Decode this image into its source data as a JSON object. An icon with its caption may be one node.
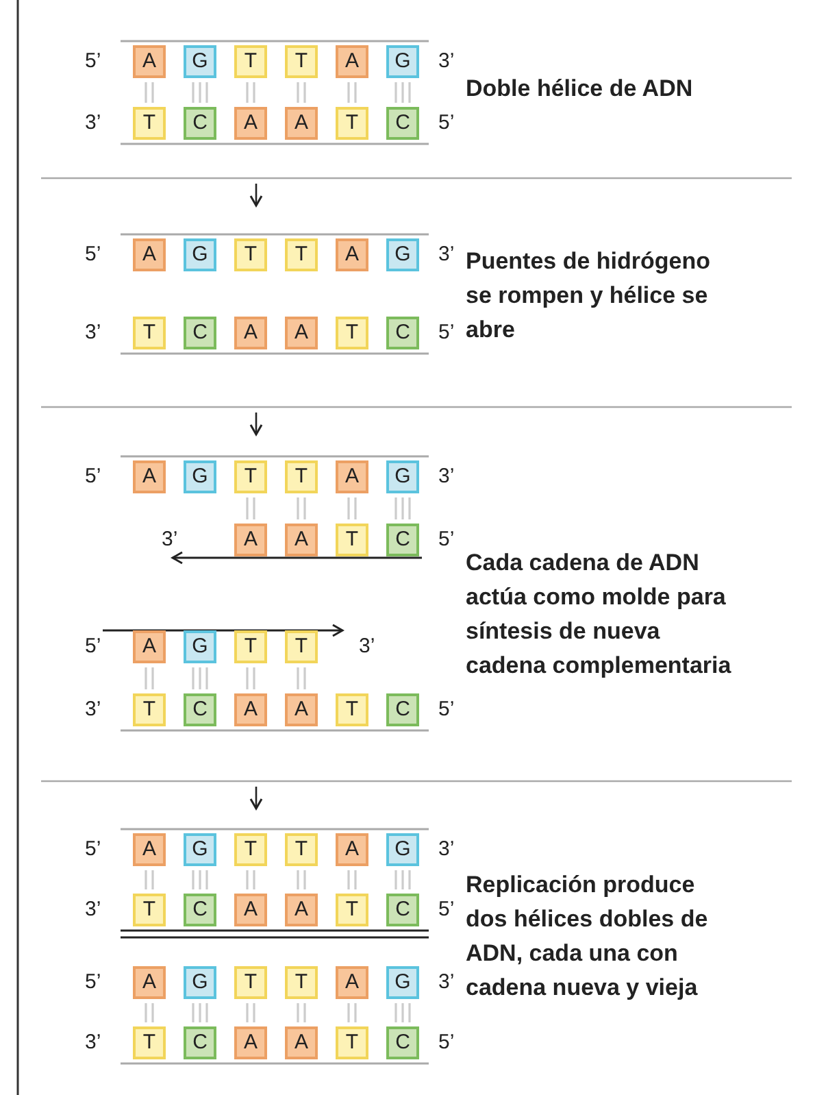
{
  "diagram": {
    "nodes": [
      {
        "text": [
          "A"
        ]
      },
      {
        "text": [
          "G"
        ]
      },
      {
        "text": [
          "T"
        ]
      },
      {
        "text": [
          "T"
        ]
      },
      {
        "text": [
          "A"
        ]
      },
      {
        "text": [
          "G"
        ]
      },
      {
        "text": [
          "T"
        ]
      },
      {
        "text": [
          "C"
        ]
      },
      {
        "text": [
          "A"
        ]
      },
      {
        "text": [
          "A"
        ]
      },
      {
        "text": [
          "T"
        ]
      },
      {
        "text": [
          "C"
        ]
      },
      {
        "text": [
          "A"
        ]
      },
      {
        "text": [
          "G"
        ]
      },
      {
        "text": [
          "T"
        ]
      },
      {
        "text": [
          "T"
        ]
      },
      {
        "text": [
          "A"
        ]
      },
      {
        "text": [
          "G"
        ]
      },
      {
        "text": [
          "T"
        ]
      },
      {
        "text": [
          "C"
        ]
      },
      {
        "text": [
          "A"
        ]
      },
      {
        "text": [
          "A"
        ]
      },
      {
        "text": [
          "T"
        ]
      },
      {
        "text": [
          "C"
        ]
      },
      {
        "text": [
          "A"
        ]
      },
      {
        "text": [
          "G"
        ]
      },
      {
        "text": [
          "T"
        ]
      },
      {
        "text": [
          "T"
        ]
      },
      {
        "text": [
          "A"
        ]
      },
      {
        "text": [
          "G"
        ]
      },
      {
        "text": [
          "A"
        ]
      },
      {
        "text": [
          "A"
        ]
      },
      {
        "text": [
          "T"
        ]
      },
      {
        "text": [
          "C"
        ]
      },
      {
        "text": [
          "A"
        ]
      },
      {
        "text": [
          "G"
        ]
      },
      {
        "text": [
          "T"
        ]
      },
      {
        "text": [
          "T"
        ]
      },
      {
        "text": [
          "T"
        ]
      },
      {
        "text": [
          "C"
        ]
      },
      {
        "text": [
          "A"
        ]
      },
      {
        "text": [
          "A"
        ]
      },
      {
        "text": [
          "T"
        ]
      },
      {
        "text": [
          "C"
        ]
      },
      {
        "text": [
          "A"
        ]
      },
      {
        "text": [
          "G"
        ]
      },
      {
        "text": [
          "T"
        ]
      },
      {
        "text": [
          "T"
        ]
      },
      {
        "text": [
          "A"
        ]
      },
      {
        "text": [
          "G"
        ]
      },
      {
        "text": [
          "T"
        ]
      },
      {
        "text": [
          "C"
        ]
      },
      {
        "text": [
          "A"
        ]
      },
      {
        "text": [
          "A"
        ]
      },
      {
        "text": [
          "T"
        ]
      },
      {
        "text": [
          "C"
        ]
      },
      {
        "text": [
          "A"
        ]
      },
      {
        "text": [
          "G"
        ]
      },
      {
        "text": [
          "T"
        ]
      },
      {
        "text": [
          "T"
        ]
      },
      {
        "text": [
          "A"
        ]
      },
      {
        "text": [
          "G"
        ]
      },
      {
        "text": [
          "T"
        ]
      },
      {
        "text": [
          "C"
        ]
      },
      {
        "text": [
          "A"
        ]
      },
      {
        "text": [
          "A"
        ]
      },
      {
        "text": [
          "T"
        ]
      },
      {
        "text": [
          "C"
        ]
      }
    ],
    "edges": [
      {
        "from": 0,
        "to": 6,
        "arrow": "none"
      },
      {
        "from": 1,
        "to": 7,
        "arrow": "none"
      },
      {
        "from": 2,
        "to": 8,
        "arrow": "none"
      },
      {
        "from": 3,
        "to": 9,
        "arrow": "none"
      },
      {
        "from": 4,
        "to": 10,
        "arrow": "none"
      },
      {
        "from": 5,
        "to": 11,
        "arrow": "none"
      },
      {
        "from": 26,
        "to": 30,
        "arrow": "none"
      },
      {
        "from": 27,
        "to": 31,
        "arrow": "none"
      },
      {
        "from": 28,
        "to": 32,
        "arrow": "none"
      },
      {
        "from": 29,
        "to": 33,
        "arrow": "none"
      },
      {
        "from": 34,
        "to": 38,
        "arrow": "none"
      },
      {
        "from": 35,
        "to": 39,
        "arrow": "none"
      },
      {
        "from": 36,
        "to": 40,
        "arrow": "none"
      },
      {
        "from": 37,
        "to": 41,
        "arrow": "none"
      },
      {
        "from": 44,
        "to": 50,
        "arrow": "none"
      },
      {
        "from": 45,
        "to": 51,
        "arrow": "none"
      },
      {
        "from": 46,
        "to": 52,
        "arrow": "none"
      },
      {
        "from": 47,
        "to": 53,
        "arrow": "none"
      },
      {
        "from": 48,
        "to": 54,
        "arrow": "none"
      },
      {
        "from": 49,
        "to": 55,
        "arrow": "none"
      },
      {
        "from": 56,
        "to": 62,
        "arrow": "none"
      },
      {
        "from": 57,
        "to": 63,
        "arrow": "none"
      },
      {
        "from": 58,
        "to": 64,
        "arrow": "none"
      },
      {
        "from": 59,
        "to": 65,
        "arrow": "none"
      },
      {
        "from": 60,
        "to": 66,
        "arrow": "none"
      },
      {
        "from": 61,
        "to": 67,
        "arrow": "none"
      }
    ],
    "labels": [
      "5’",
      "3’",
      "Doble hélice de ADN",
      "3’",
      "5’",
      "5’",
      "3’",
      "Puentes de hidrógeno se rompen y hélice se abre",
      "3’",
      "5’",
      "5’",
      "3’",
      "3’",
      "5’",
      "Cada cadena de ADN actúa como molde para síntesis de nueva cadena complementaria",
      "5’",
      "3’",
      "3’",
      "5’",
      "5’",
      "3’",
      "3’",
      "5’",
      "Replicación produce dos hélices dobles de ADN, cada una con cadena nueva y vieja",
      "5’",
      "3’",
      "3’",
      "5’"
    ]
  }
}
